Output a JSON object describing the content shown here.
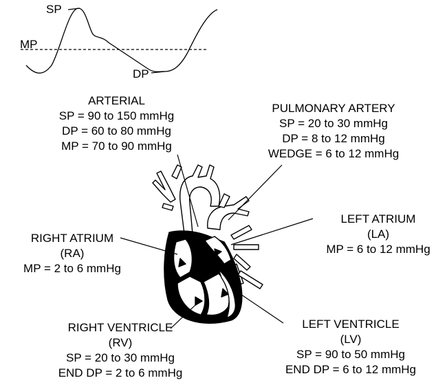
{
  "waveform": {
    "sp_label": "SP",
    "mp_label": "MP",
    "dp_label": "DP"
  },
  "arterial": {
    "title": "ARTERIAL",
    "lines": [
      "SP = 90 to 150 mmHg",
      "DP = 60 to 80 mmHg",
      "MP = 70 to 90 mmHg"
    ]
  },
  "pulmonary_artery": {
    "title": "PULMONARY ARTERY",
    "lines": [
      "SP = 20 to 30 mmHg",
      "DP = 8 to 12 mmHg",
      "WEDGE = 6 to 12 mmHg"
    ]
  },
  "left_atrium": {
    "title": "LEFT ATRIUM",
    "abbr": "(LA)",
    "lines": [
      "MP = 6 to 12 mmHg"
    ]
  },
  "right_atrium": {
    "title": "RIGHT ATRIUM",
    "abbr": "(RA)",
    "lines": [
      "MP = 2 to 6 mmHg"
    ]
  },
  "right_ventricle": {
    "title": "RIGHT VENTRICLE",
    "abbr": "(RV)",
    "lines": [
      "SP = 20 to 30 mmHg",
      "END DP = 2 to 6 mmHg"
    ]
  },
  "left_ventricle": {
    "title": "LEFT VENTRICLE",
    "abbr": "(LV)",
    "lines": [
      "SP = 90 to 50 mmHg",
      "END DP = 6 to 12 mmHg"
    ]
  },
  "colors": {
    "ink": "#000000",
    "background": "#ffffff"
  }
}
